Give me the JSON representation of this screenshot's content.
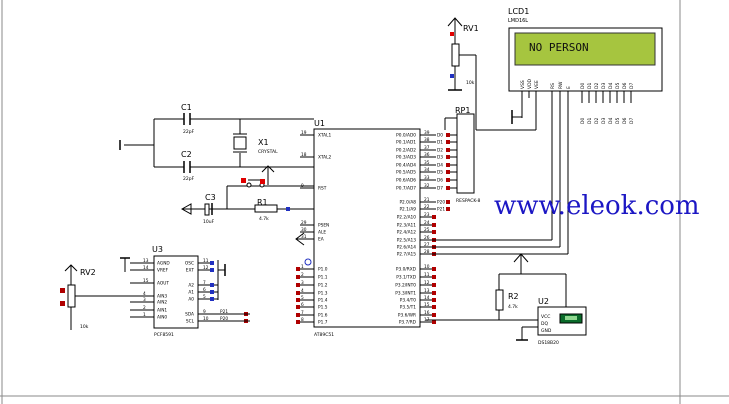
{
  "components": {
    "lcd": {
      "ref": "LCD1",
      "part": "LMD16L",
      "display_text": "NO PERSON",
      "pins": [
        "VSS",
        "VDD",
        "VEE",
        "RS",
        "RW",
        "E",
        "D0",
        "D1",
        "D2",
        "D3",
        "D4",
        "D5",
        "D6",
        "D7"
      ]
    },
    "rv1": {
      "ref": "RV1",
      "value": "10k"
    },
    "rp1": {
      "ref": "RP1",
      "part": "RESPACK-8"
    },
    "c1": {
      "ref": "C1",
      "value": "22pF"
    },
    "c2": {
      "ref": "C2",
      "value": "22pF"
    },
    "x1": {
      "ref": "X1",
      "part": "CRYSTAL"
    },
    "c3": {
      "ref": "C3",
      "value": "10uF"
    },
    "r1": {
      "ref": "R1",
      "value": "4.7k"
    },
    "u1": {
      "ref": "U1",
      "part": "AT89C51",
      "left_pins": [
        {
          "num": "19",
          "name": "XTAL1"
        },
        {
          "num": "18",
          "name": "XTAL2"
        },
        {
          "num": "9",
          "name": "RST"
        },
        {
          "num": "29",
          "name": "PSEN"
        },
        {
          "num": "30",
          "name": "ALE"
        },
        {
          "num": "31",
          "name": "EA"
        },
        {
          "num": "1",
          "name": "P1.0"
        },
        {
          "num": "2",
          "name": "P1.1"
        },
        {
          "num": "3",
          "name": "P1.2"
        },
        {
          "num": "4",
          "name": "P1.3"
        },
        {
          "num": "5",
          "name": "P1.4"
        },
        {
          "num": "6",
          "name": "P1.5"
        },
        {
          "num": "7",
          "name": "P1.6"
        },
        {
          "num": "8",
          "name": "P1.7"
        }
      ],
      "right_pins": [
        {
          "num": "39",
          "name": "P0.0/AD0",
          "net": "D0"
        },
        {
          "num": "38",
          "name": "P0.1/AD1",
          "net": "D1"
        },
        {
          "num": "37",
          "name": "P0.2/AD2",
          "net": "D2"
        },
        {
          "num": "36",
          "name": "P0.3/AD3",
          "net": "D3"
        },
        {
          "num": "35",
          "name": "P0.4/AD4",
          "net": "D4"
        },
        {
          "num": "34",
          "name": "P0.5/AD5",
          "net": "D5"
        },
        {
          "num": "33",
          "name": "P0.6/AD6",
          "net": "D6"
        },
        {
          "num": "32",
          "name": "P0.7/AD7",
          "net": "D7"
        },
        {
          "num": "21",
          "name": "P2.0/A8",
          "net": "P20"
        },
        {
          "num": "22",
          "name": "P2.1/A9",
          "net": "P21"
        },
        {
          "num": "23",
          "name": "P2.2/A10",
          "net": ""
        },
        {
          "num": "24",
          "name": "P2.3/A11",
          "net": ""
        },
        {
          "num": "25",
          "name": "P2.4/A12",
          "net": ""
        },
        {
          "num": "26",
          "name": "P2.5/A13",
          "net": ""
        },
        {
          "num": "27",
          "name": "P2.6/A14",
          "net": ""
        },
        {
          "num": "28",
          "name": "P2.7/A15",
          "net": ""
        },
        {
          "num": "10",
          "name": "P3.0/RXD",
          "net": ""
        },
        {
          "num": "11",
          "name": "P3.1/TXD",
          "net": ""
        },
        {
          "num": "12",
          "name": "P3.2/INT0",
          "net": ""
        },
        {
          "num": "13",
          "name": "P3.3/INT1",
          "net": ""
        },
        {
          "num": "14",
          "name": "P3.4/T0",
          "net": ""
        },
        {
          "num": "15",
          "name": "P3.5/T1",
          "net": ""
        },
        {
          "num": "16",
          "name": "P3.6/WR",
          "net": ""
        },
        {
          "num": "17",
          "name": "P3.7/RD",
          "net": ""
        }
      ]
    },
    "u3": {
      "ref": "U3",
      "part": "PCF8591",
      "left_pins": [
        {
          "num": "13",
          "name": "AGND"
        },
        {
          "num": "14",
          "name": "VREF"
        },
        {
          "num": "15",
          "name": "AOUT"
        },
        {
          "num": "4",
          "name": "AIN3"
        },
        {
          "num": "3",
          "name": "AIN2"
        },
        {
          "num": "2",
          "name": "AIN1"
        },
        {
          "num": "1",
          "name": "AIN0"
        }
      ],
      "right_pins": [
        {
          "num": "11",
          "name": "OSC"
        },
        {
          "num": "12",
          "name": "EXT"
        },
        {
          "num": "7",
          "name": "A2"
        },
        {
          "num": "6",
          "name": "A1"
        },
        {
          "num": "5",
          "name": "A0"
        },
        {
          "num": "9",
          "name": "SDA",
          "net": "P21"
        },
        {
          "num": "10",
          "name": "SCL",
          "net": "P20"
        }
      ]
    },
    "rv2": {
      "ref": "RV2",
      "value": "10k"
    },
    "r2": {
      "ref": "R2",
      "value": "4.7k"
    },
    "u2": {
      "ref": "U2",
      "part": "DS18B20",
      "pins": [
        "VCC",
        "DQ",
        "GND"
      ]
    }
  },
  "watermark": "www.eleok.com"
}
